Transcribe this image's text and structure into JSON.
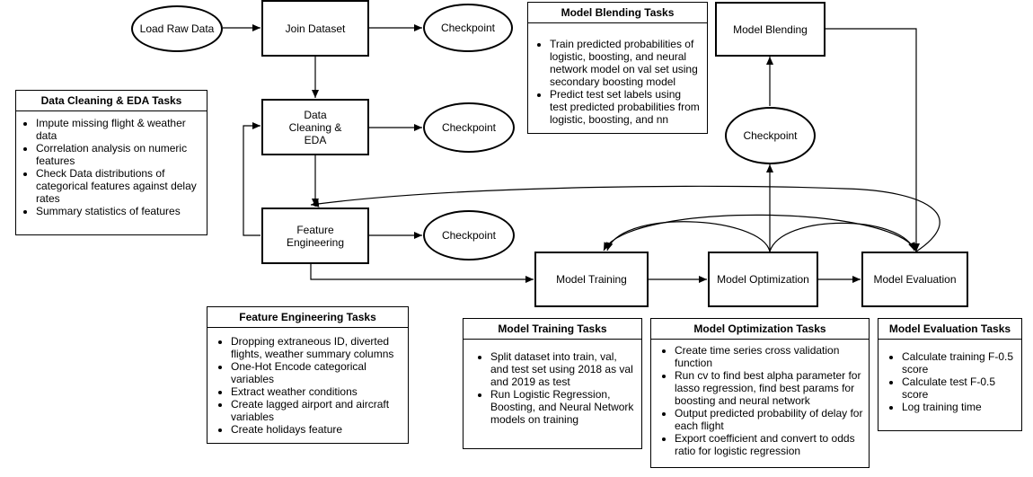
{
  "nodes": {
    "load_raw_data": "Load Raw Data",
    "join_dataset": "Join Dataset",
    "checkpoint_1": "Checkpoint",
    "data_cleaning": "Data Cleaning & EDA",
    "checkpoint_2": "Checkpoint",
    "feature_engineering": "Feature Engineering",
    "checkpoint_3": "Checkpoint",
    "model_training": "Model Training",
    "model_optimization": "Model Optimization",
    "model_evaluation": "Model Evaluation",
    "checkpoint_4": "Checkpoint",
    "model_blending": "Model Blending"
  },
  "panels": {
    "data_cleaning_tasks": {
      "title": "Data Cleaning & EDA Tasks",
      "items": [
        "Impute missing flight & weather data",
        "Correlation analysis on numeric features",
        "Check Data distributions of categorical features against delay rates",
        "Summary statistics of features"
      ]
    },
    "model_blending_tasks": {
      "title": "Model Blending Tasks",
      "items": [
        "Train predicted probabilities of logistic, boosting, and neural network model on val set using secondary boosting model",
        "Predict test set labels using test predicted probabilities from logistic, boosting, and nn"
      ]
    },
    "feature_engineering_tasks": {
      "title": "Feature Engineering Tasks",
      "items": [
        "Dropping extraneous ID, diverted flights, weather summary columns",
        "One-Hot Encode categorical variables",
        "Extract weather conditions",
        "Create lagged airport and aircraft variables",
        "Create holidays feature"
      ]
    },
    "model_training_tasks": {
      "title": "Model Training Tasks",
      "items": [
        "Split dataset into train, val, and test set using 2018 as val and 2019 as test",
        "Run Logistic Regression, Boosting, and Neural Network models on training"
      ]
    },
    "model_optimization_tasks": {
      "title": "Model Optimization Tasks",
      "items": [
        "Create time series cross validation function",
        "Run cv to find best alpha parameter for lasso regression, find best params for boosting and neural network",
        "Output predicted probability of delay for each flight",
        "Export coefficient and convert to odds ratio for logistic regression"
      ]
    },
    "model_evaluation_tasks": {
      "title": "Model Evaluation Tasks",
      "items": [
        "Calculate training F-0.5 score",
        "Calculate test F-0.5 score",
        "Log training time"
      ]
    }
  }
}
